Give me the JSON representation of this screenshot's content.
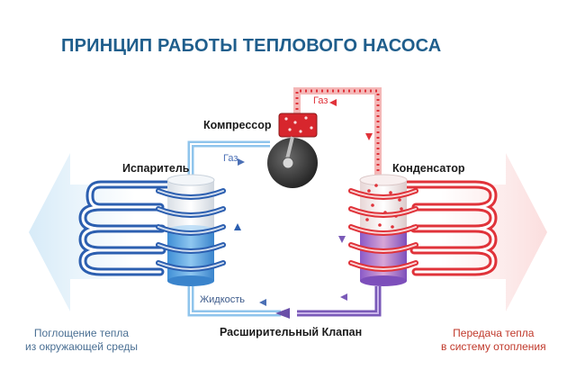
{
  "title": "ПРИНЦИП РАБОТЫ ТЕПЛОВОГО НАСОСА",
  "components": {
    "compressor": "Компрессор",
    "evaporator": "Испаритель",
    "condenser": "Конденсатор",
    "expansion_valve": "Расширительный Клапан"
  },
  "flow_labels": {
    "gas_left": "Газ",
    "gas_right": "Газ",
    "liquid": "Жидкость"
  },
  "captions": {
    "left_line1": "Поглощение тепла",
    "left_line2": "из окружающей среды",
    "right_line1": "Передача тепла",
    "right_line2": "в систему отопления"
  },
  "colors": {
    "title": "#1f5e8c",
    "cold": "#2c5fb0",
    "cold_light": "#8fc4ec",
    "hot": "#e0333a",
    "hot_light": "#f4a3a3",
    "mixed": "#7a5ab8",
    "cold_arrow": "#d7ebf8",
    "hot_arrow": "#fbdede"
  },
  "icons": [
    "compressor-icon",
    "flow-arrow-icon"
  ]
}
